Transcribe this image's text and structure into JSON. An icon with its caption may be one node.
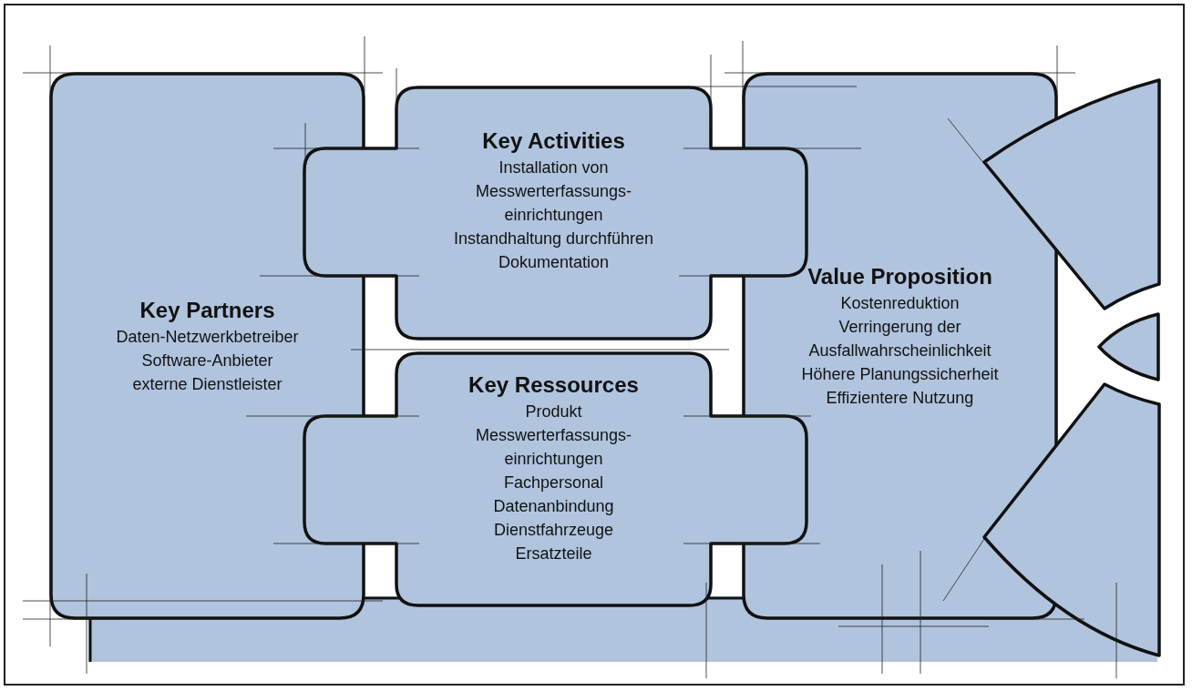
{
  "diagram": {
    "nodes": [
      {
        "text": [
          "Key Partners",
          "Daten-Netzwerkbetreiber",
          "Software-Anbieter",
          "externe Dienstleister"
        ]
      },
      {
        "text": [
          "Key Activities",
          "Installation von Messwerterfassungs- einrichtungen",
          "Instandhaltung durchführen",
          "Dokumentation"
        ]
      },
      {
        "text": [
          "Key Ressources",
          "Produkt",
          "Messwerterfassungs- einrichtungen",
          "Fachpersonal",
          "Datenanbindung",
          "Dienstfahrzeuge",
          "Ersatzteile"
        ]
      },
      {
        "text": [
          "Value Proposition",
          "Kostenreduktion",
          "Verringerung der Ausfallwahrscheinlichkeit",
          "Höhere Planungssicherheit",
          "Effizientere Nutzung"
        ]
      },
      {
        "text": [],
        "shape": "box"
      },
      {
        "text": [],
        "shape": "circle"
      },
      {
        "text": [],
        "shape": "circle"
      },
      {
        "text": [],
        "shape": "circle"
      }
    ],
    "edges": []
  }
}
